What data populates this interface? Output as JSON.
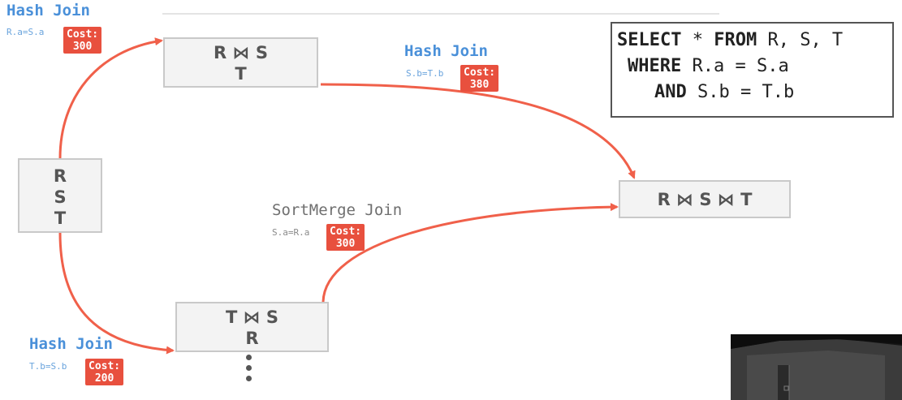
{
  "nodes": {
    "start": {
      "lines": [
        "R",
        "S",
        "T"
      ]
    },
    "rs": {
      "lines": [
        "R ⋈ S",
        "T"
      ]
    },
    "ts": {
      "lines": [
        "T ⋈ S",
        "R"
      ]
    },
    "final": {
      "lines": [
        "R ⋈ S ⋈ T"
      ]
    }
  },
  "edges": [
    {
      "op": "Hash Join",
      "pred": "R.a=S.a",
      "cost_label": "Cost:",
      "cost": "300"
    },
    {
      "op": "Hash Join",
      "pred": "S.b=T.b",
      "cost_label": "Cost:",
      "cost": "380"
    },
    {
      "op": "SortMerge Join",
      "pred": "S.a=R.a",
      "cost_label": "Cost:",
      "cost": "300"
    },
    {
      "op": "Hash Join",
      "pred": "T.b=S.b",
      "cost_label": "Cost:",
      "cost": "200"
    }
  ],
  "sql": {
    "line1": {
      "kw1": "SELECT",
      "rest1": " * ",
      "kw2": "FROM",
      "rest2": " R, S, T"
    },
    "line2": {
      "kw": "WHERE",
      "rest": " R.a = S.a"
    },
    "line3": {
      "kw": "AND",
      "rest": " S.b = T.b"
    }
  },
  "colors": {
    "edge": "#f0604a",
    "cost_badge": "#e8503e",
    "join_label": "#4a90d9"
  }
}
